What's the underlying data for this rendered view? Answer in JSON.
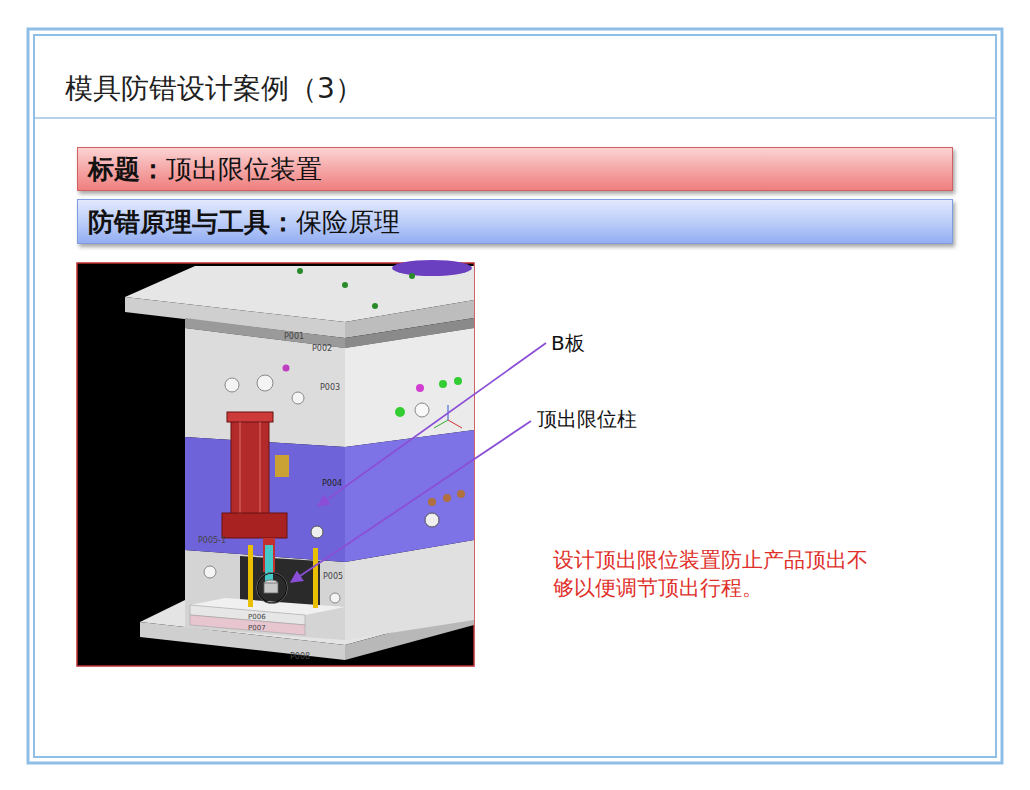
{
  "diagram": {
    "title": "模具防错设计案例（3）",
    "nodes": [
      {
        "text": [
          "标题：",
          "顶出限位装置"
        ]
      },
      {
        "text": [
          "防错原理与工具：",
          "保险原理"
        ]
      }
    ],
    "labels": [
      "B板",
      "顶出限位柱",
      "设计顶出限位装置防止产品顶出不够以便调节顶出行程。",
      "P001",
      "P002",
      "P003",
      "P004",
      "P005-1",
      "P005",
      "P006",
      "P007",
      "P008"
    ]
  }
}
